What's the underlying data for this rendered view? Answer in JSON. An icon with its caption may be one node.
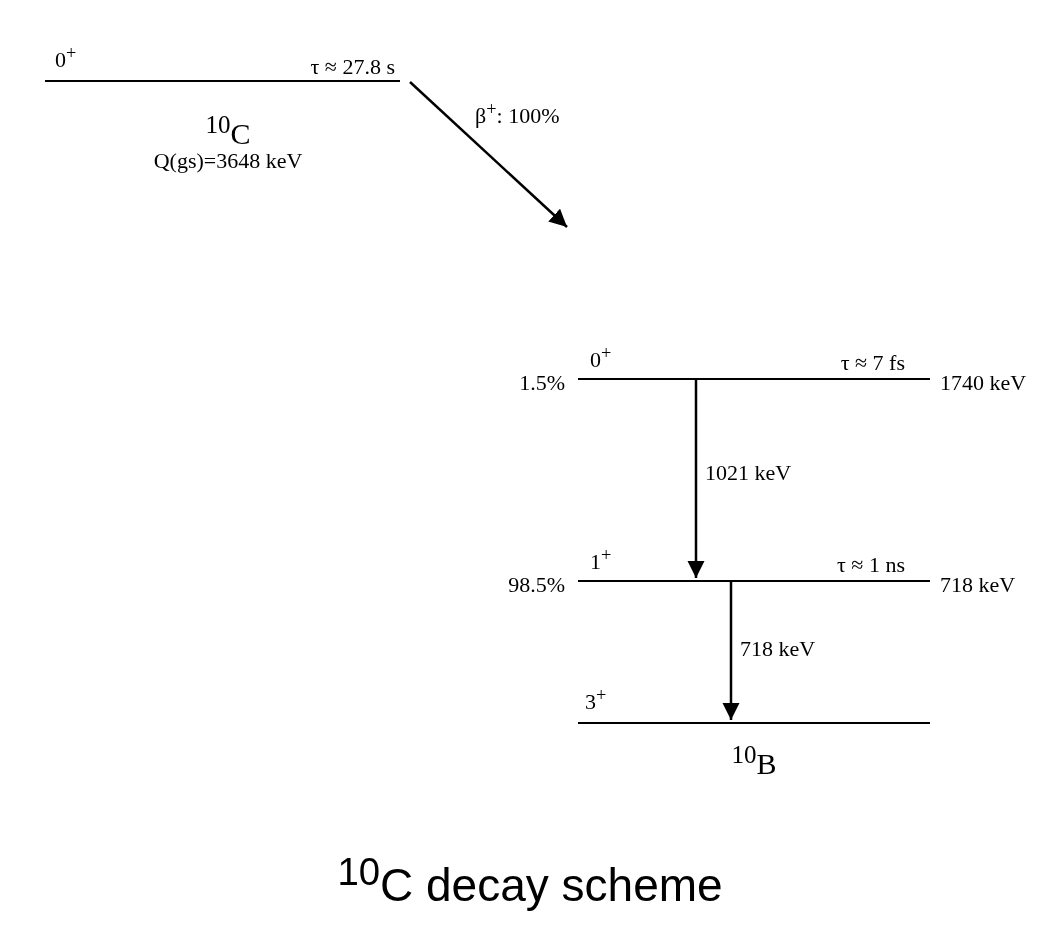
{
  "diagram": {
    "caption": "$^{10}$C decay scheme",
    "nodes": [
      {
        "text": [
          "0$^{+}$",
          "τ ≈ 27.8 s",
          "$^{10}$C",
          "Q(gs)=3648 keV"
        ]
      },
      {
        "text": [
          "0$^{+}$",
          "τ ≈ 7 fs"
        ],
        "beside": [
          "1.5%",
          "1740 keV"
        ]
      },
      {
        "text": [
          "1$^{+}$",
          "τ ≈ 1 ns"
        ],
        "beside": [
          "98.5%",
          "718 keV"
        ]
      },
      {
        "text": [
          "3$^{+}$",
          "$^{10}$B"
        ]
      }
    ],
    "edges": [
      {
        "from": 0,
        "to": null,
        "arrow": "to",
        "label": "β$^{+}$: 100%"
      },
      {
        "from": 1,
        "to": 2,
        "arrow": "to",
        "label": "1021 keV"
      },
      {
        "from": 2,
        "to": 3,
        "arrow": "to",
        "label": "718 keV"
      }
    ]
  }
}
